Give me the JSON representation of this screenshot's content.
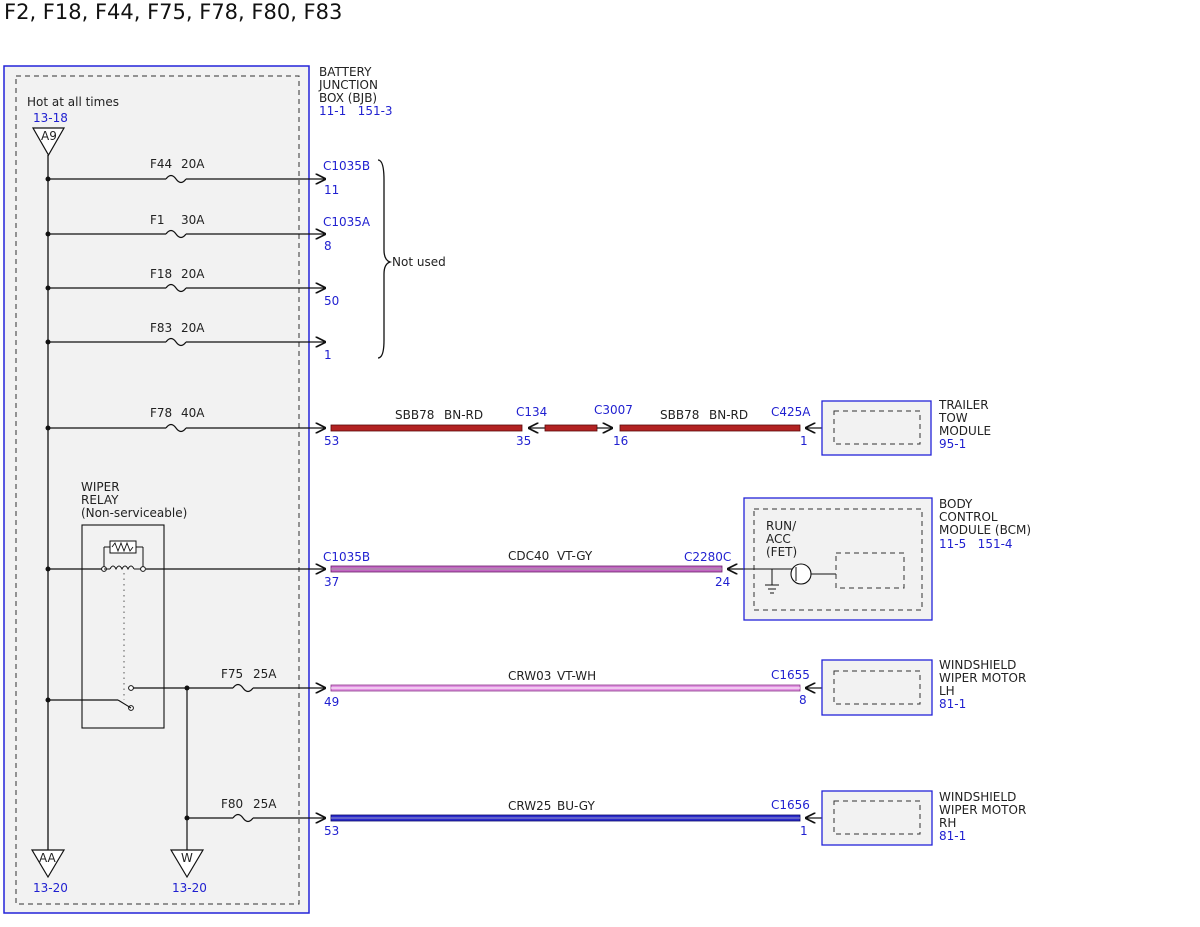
{
  "page_title": "F2, F18, F44, F75, F78, F80, F83",
  "bjb": {
    "name_lines": [
      "BATTERY",
      "JUNCTION",
      "BOX (BJB)"
    ],
    "refs": "11-1   151-3",
    "hot_label": "Hot at all times",
    "source_ref": "13-18",
    "source_pin": "A9"
  },
  "fuses": [
    {
      "id": "F44",
      "rating": "20A",
      "connector": "C1035B",
      "pin": "11"
    },
    {
      "id": "F1",
      "rating": "30A",
      "connector": "C1035A",
      "pin": "8"
    },
    {
      "id": "F18",
      "rating": "20A",
      "connector": "",
      "pin": "50"
    },
    {
      "id": "F83",
      "rating": "20A",
      "connector": "",
      "pin": "1"
    },
    {
      "id": "F78",
      "rating": "40A",
      "connector": "",
      "pin": "53"
    },
    {
      "id": "F75",
      "rating": "25A"
    },
    {
      "id": "F80",
      "rating": "25A"
    }
  ],
  "not_used_label": "Not used",
  "relay": {
    "name_lines": [
      "WIPER",
      "RELAY",
      "(Non-serviceable)"
    ]
  },
  "circuits": [
    {
      "from_connector": "",
      "from_pin": "53",
      "circuit": "SBB78",
      "color": "BN-RD",
      "mid_connector_a": "C134",
      "mid_pin_a": "35",
      "mid_connector_b": "C3007",
      "mid_pin_b": "16",
      "circuit2": "SBB78",
      "color2": "BN-RD",
      "to_connector": "C425A",
      "to_pin": "1",
      "wire_hex": "#b22222"
    },
    {
      "from_connector": "C1035B",
      "from_pin": "37",
      "circuit": "CDC40",
      "color": "VT-GY",
      "to_connector": "C2280C",
      "to_pin": "24",
      "wire_hex": "#c266c2"
    },
    {
      "from_connector": "",
      "from_pin": "49",
      "circuit": "CRW03",
      "color": "VT-WH",
      "to_connector": "C1655",
      "to_pin": "8",
      "wire_hex": "#e190e1"
    },
    {
      "from_connector": "",
      "from_pin": "53",
      "circuit": "CRW25",
      "color": "BU-GY",
      "to_connector": "C1656",
      "to_pin": "1",
      "wire_hex": "#2a2acc"
    }
  ],
  "modules": [
    {
      "name_lines": [
        "TRAILER",
        "TOW",
        "MODULE"
      ],
      "refs": "95-1"
    },
    {
      "name_lines": [
        "BODY",
        "CONTROL",
        "MODULE (BCM)"
      ],
      "refs": "11-5   151-4"
    },
    {
      "name_lines": [
        "WINDSHIELD",
        "WIPER MOTOR",
        "LH"
      ],
      "refs": "81-1"
    },
    {
      "name_lines": [
        "WINDSHIELD",
        "WIPER MOTOR",
        "RH"
      ],
      "refs": "81-1"
    }
  ],
  "bcm_internal": {
    "lines": [
      "RUN/",
      "ACC",
      "(FET)"
    ]
  },
  "offpage": [
    {
      "pin": "AA",
      "ref": "13-20"
    },
    {
      "pin": "W",
      "ref": "13-20"
    }
  ],
  "colors": {
    "box_border": "#2323d9",
    "ref_text": "#1f1fd0",
    "panel_fill": "#f2f2f2"
  }
}
